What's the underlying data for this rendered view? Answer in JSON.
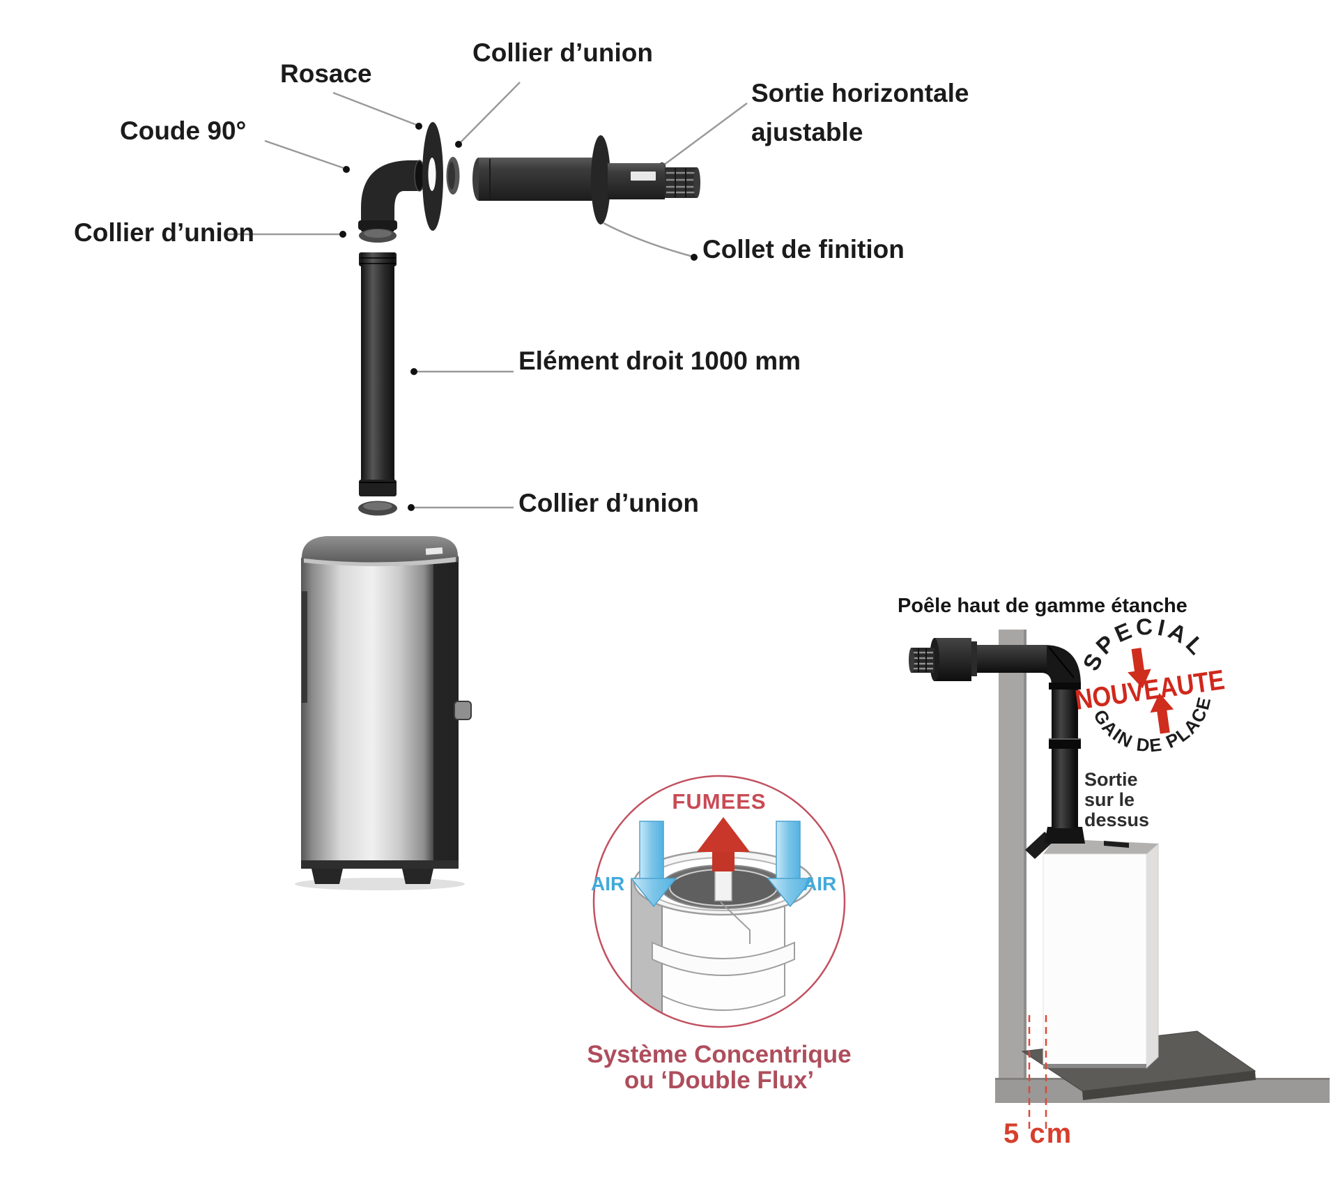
{
  "exploded": {
    "rosace": "Rosace",
    "collier_top": "Collier d’union",
    "coude": "Coude 90°",
    "collier_left": "Collier d’union",
    "sortie": "Sortie horizontale\najustable",
    "collet": "Collet de finition",
    "element_droit": "Elément droit 1000 mm",
    "collier_bottom": "Collier d’union"
  },
  "concentric": {
    "fumees": "FUMEES",
    "air_left": "AIR",
    "air_right": "AIR",
    "caption": "Système Concentrique\nou ‘Double Flux’"
  },
  "right": {
    "title": "Poêle haut de gamme étanche",
    "stamp_top": "SPECIAL",
    "stamp_middle": "NOUVEAUTE",
    "stamp_bottom": "GAIN DE PLACE",
    "sortie": "Sortie\nsur le\ndessus",
    "dimension": "5 cm"
  },
  "colors": {
    "label": "#1b1b1b",
    "leader": "#9a9a9a",
    "red_bright": "#d0281c",
    "red_soft": "#c25060",
    "blue": "#41aad9",
    "pipe_dark": "#1d1d1d"
  }
}
